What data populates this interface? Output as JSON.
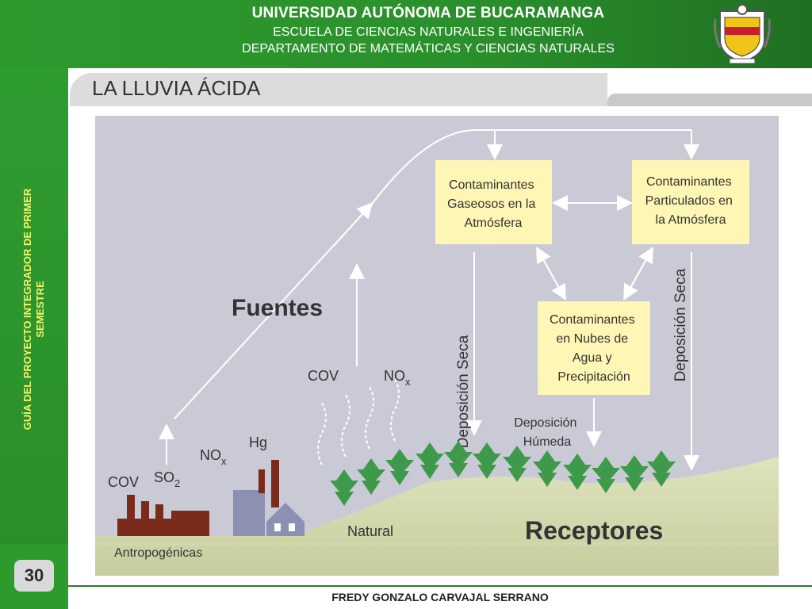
{
  "header": {
    "university": "UNIVERSIDAD AUTÓNOMA DE BUCARAMANGA",
    "school": "ESCUELA DE CIENCIAS NATURALES E INGENIERÍA",
    "department": "DEPARTAMENTO DE MATEMÁTICAS Y CIENCIAS NATURALES"
  },
  "sidebar": {
    "line1": "GUÍA DEL PROYECTO INTEGRADOR DE PRIMER",
    "line2": "SEMESTRE",
    "page_number": "30"
  },
  "slide": {
    "title": "LA LLUVIA ÁCIDA"
  },
  "diagram": {
    "box_gaseosos": [
      "Contaminantes",
      "Gaseosos en la",
      "Atmósfera"
    ],
    "box_particulados": [
      "Contaminantes",
      "Particulados en",
      "la Atmósfera"
    ],
    "box_nubes": [
      "Contaminantes",
      "en Nubes de",
      "Agua y",
      "Precipitación"
    ],
    "fuentes": "Fuentes",
    "deposicion_seca_left": "Deposición Seca",
    "deposicion_seca_right": "Deposición Seca",
    "deposicion_humeda": [
      "Deposición",
      "Húmeda"
    ],
    "cov_natural": "COV",
    "nox_natural_base": "NO",
    "nox_natural_sub": "x",
    "cov_anthro": "COV",
    "so2_base": "SO",
    "so2_sub": "2",
    "nox_anthro_base": "NO",
    "nox_anthro_sub": "x",
    "hg": "Hg",
    "natural": "Natural",
    "receptores": "Receptores",
    "antropogenicas": "Antropogénicas"
  },
  "footer": {
    "author": "FREDY GONZALO CARVAJAL SERRANO"
  },
  "colors": {
    "green_band": "#2a8f2b",
    "vertical_text": "#f5f56a",
    "diagram_sky": "#c9cad6",
    "box_fill": "#fdf6b4",
    "ground": "#cfd3a8"
  }
}
